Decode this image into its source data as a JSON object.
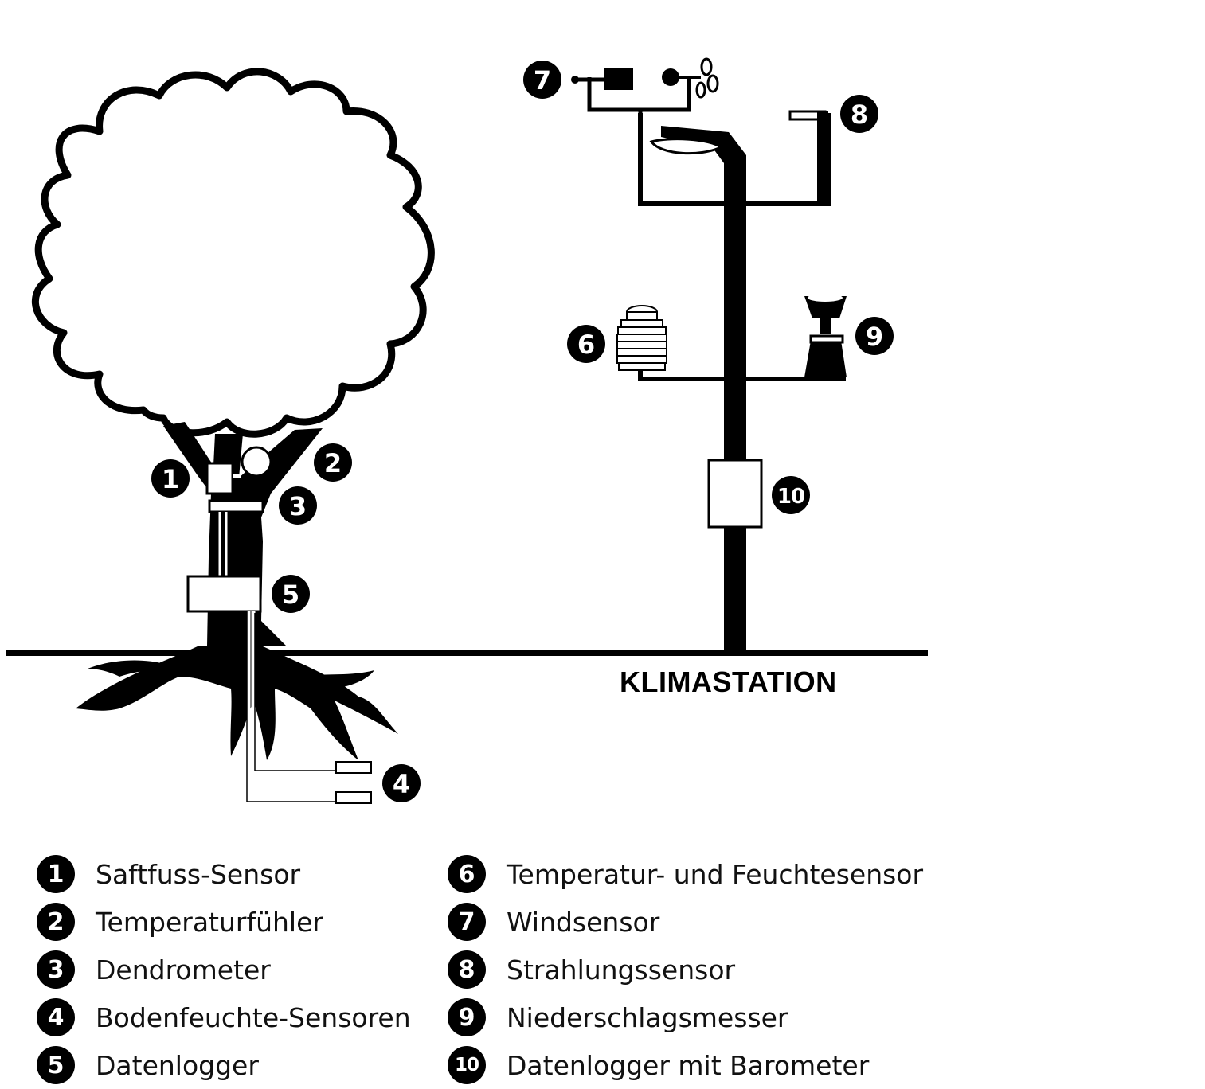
{
  "station_title": "KLIMASTATION",
  "callouts": [
    "1",
    "2",
    "3",
    "4",
    "5",
    "6",
    "7",
    "8",
    "9",
    "10"
  ],
  "legend_left": [
    {
      "num": "1",
      "label": "Saftfuss-Sensor"
    },
    {
      "num": "2",
      "label": "Temperaturfühler"
    },
    {
      "num": "3",
      "label": "Dendrometer"
    },
    {
      "num": "4",
      "label": "Bodenfeuchte-Sensoren"
    },
    {
      "num": "5",
      "label": "Datenlogger"
    }
  ],
  "legend_right": [
    {
      "num": "6",
      "label": "Temperatur- und Feuchtesensor"
    },
    {
      "num": "7",
      "label": "Windsensor"
    },
    {
      "num": "8",
      "label": "Strahlungssensor"
    },
    {
      "num": "9",
      "label": "Niederschlagsmesser"
    },
    {
      "num": "10",
      "label": "Datenlogger mit Barometer"
    }
  ]
}
